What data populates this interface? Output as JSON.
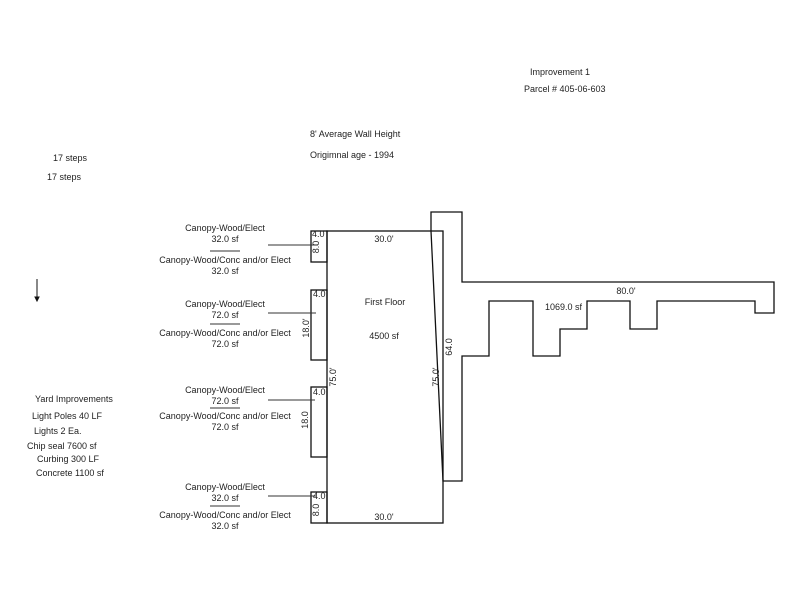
{
  "header": {
    "improvement": "Improvement 1",
    "parcel": "Parcel # 405-06-603",
    "wall_height": "8' Average Wall Height",
    "age": "Origimnal age - 1994"
  },
  "steps": [
    "17 steps",
    "17 steps"
  ],
  "yard": {
    "title": "Yard Improvements",
    "items": [
      "Light Poles 40 LF",
      "Lights 2 Ea.",
      "Chip seal  7600 sf",
      "Curbing  300 LF",
      "Concrete  1100 sf"
    ]
  },
  "main": {
    "label": "First Floor",
    "area": "4500 sf",
    "top": "30.0'",
    "bottom": "30.0'",
    "left": "75.0'",
    "right": "75.0'"
  },
  "addition": {
    "area": "1069.0 sf",
    "length": "80.0'",
    "height": "64.0"
  },
  "canopies": [
    {
      "label1": "Canopy-Wood/Elect",
      "area1": "32.0 sf",
      "label2": "Canopy-Wood/Conc and/or Elect",
      "area2": "32.0 sf",
      "w": "4.0",
      "h": "8.0"
    },
    {
      "label1": "Canopy-Wood/Elect",
      "area1": "72.0 sf",
      "label2": "Canopy-Wood/Conc and/or Elect",
      "area2": "72.0 sf",
      "w": "4.0",
      "h": "18.0'"
    },
    {
      "label1": "Canopy-Wood/Elect",
      "area1": "72.0 sf",
      "label2": "Canopy-Wood/Conc and/or Elect",
      "area2": "72.0 sf",
      "w": "4.0",
      "h": "18.0"
    },
    {
      "label1": "Canopy-Wood/Elect",
      "area1": "32.0 sf",
      "label2": "Canopy-Wood/Conc and/or Elect",
      "area2": "32.0 sf",
      "w": "4.0",
      "h": "8.0"
    }
  ]
}
